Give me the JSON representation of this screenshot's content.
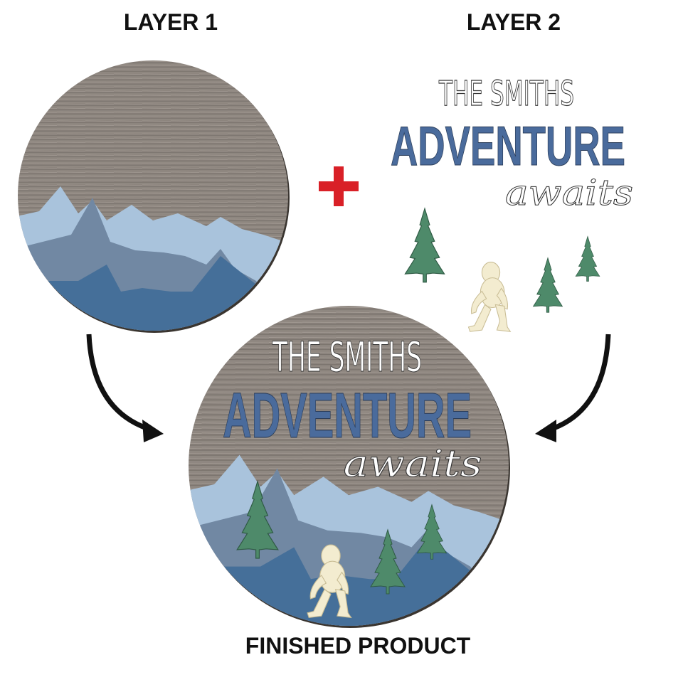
{
  "labels": {
    "layer1": "LAYER 1",
    "layer2": "LAYER 2",
    "finished": "FINISHED PRODUCT"
  },
  "sign": {
    "line1": "THE SMITHS",
    "line2": "ADVENTURE",
    "line3": "awaits"
  },
  "icons": [
    "plus-icon",
    "curved-arrow-left-icon",
    "curved-arrow-right-icon",
    "pine-tree-icon",
    "bigfoot-icon"
  ],
  "colors": {
    "wood": "#8c847d",
    "mountain_light": "#a9c3dc",
    "mountain_mid": "#7188a3",
    "mountain_dark": "#456f99",
    "text_blue": "#4a6b9c",
    "tree_green": "#4e8a6a",
    "bigfoot_cream": "#f3ecd0",
    "plus_red": "#d92027"
  }
}
